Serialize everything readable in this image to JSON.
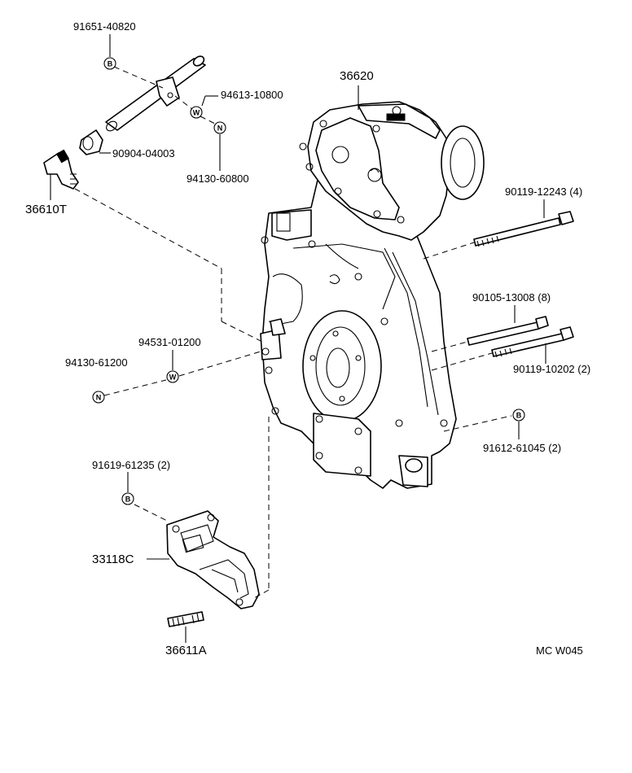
{
  "labels": {
    "p91651": "91651-40820",
    "p94613": "94613-10800",
    "p90904": "90904-04003",
    "p94130_60800": "94130-60800",
    "p36610T": "36610T",
    "p36620": "36620",
    "p90119_12243": "90119-12243 (4)",
    "p90105": "90105-13008 (8)",
    "p90119_10202": "90119-10202 (2)",
    "p94531": "94531-01200",
    "p94130_61200": "94130-61200",
    "p91612": "91612-61045 (2)",
    "p91619": "91619-61235 (2)",
    "p33118C": "33118C",
    "p36611A": "36611A",
    "drawing_code": "MC W045"
  },
  "symbols": {
    "bolt": "B",
    "washer": "W",
    "nut": "N"
  }
}
